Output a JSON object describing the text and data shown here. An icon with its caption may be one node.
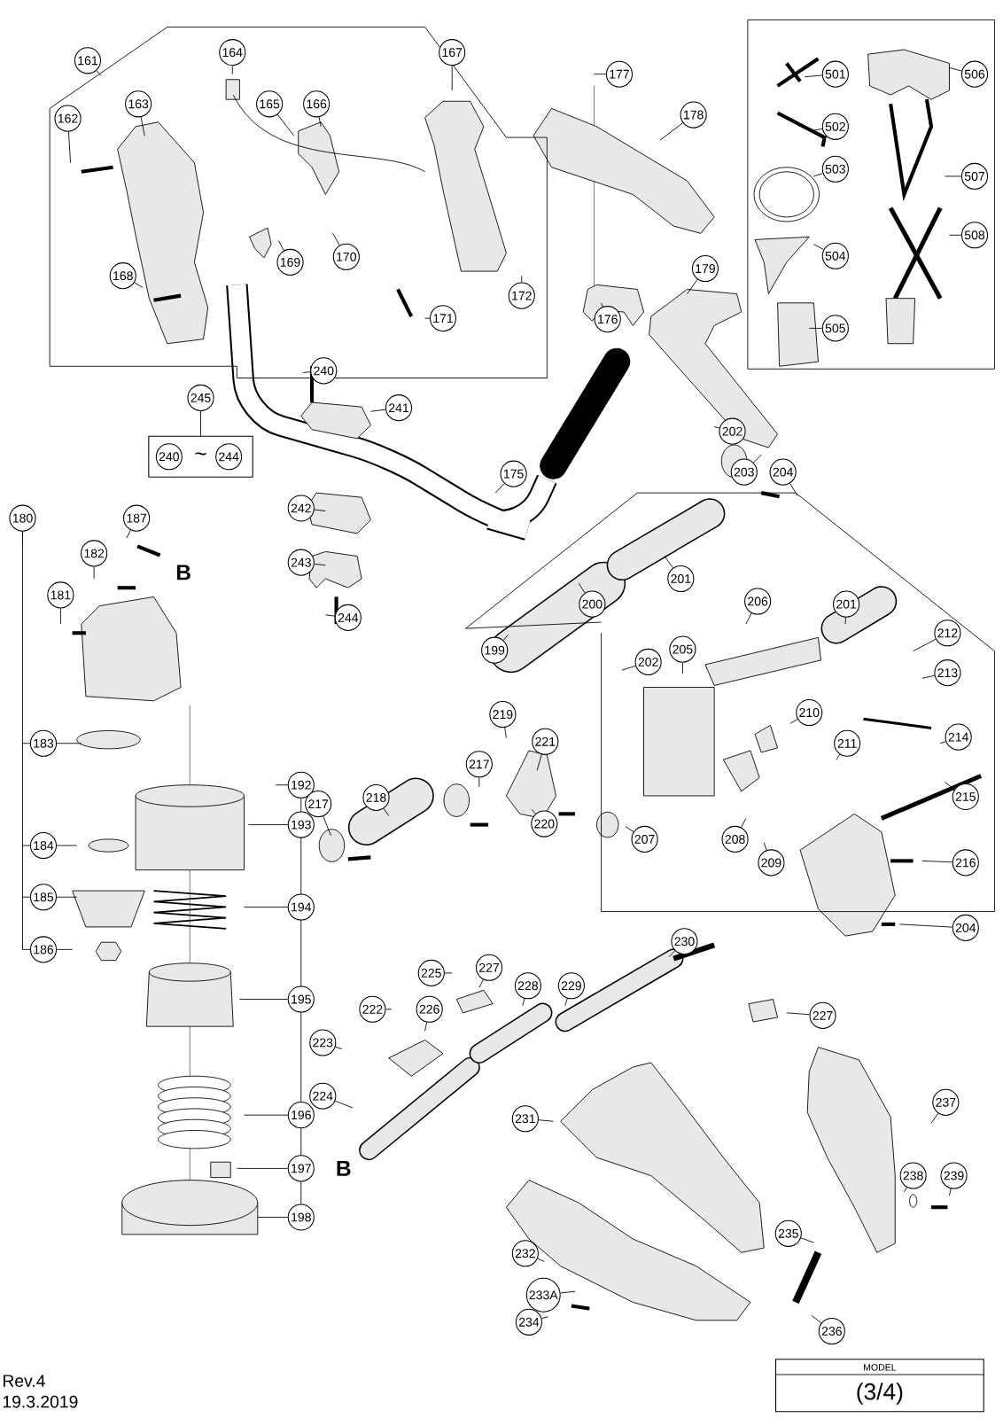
{
  "diagram": {
    "nodes": [
      {
        "text": [
          "161"
        ]
      },
      {
        "text": [
          "164"
        ]
      },
      {
        "text": [
          "501"
        ]
      },
      {
        "text": [
          "506"
        ]
      },
      {
        "text": [
          "177"
        ]
      },
      {
        "text": [
          "167"
        ]
      },
      {
        "text": [
          "165"
        ]
      },
      {
        "text": [
          "166"
        ]
      },
      {
        "text": [
          "163"
        ]
      },
      {
        "text": [
          "178"
        ]
      },
      {
        "text": [
          "162"
        ]
      },
      {
        "text": [
          "502"
        ]
      },
      {
        "text": [
          "503"
        ]
      },
      {
        "text": [
          "507"
        ]
      },
      {
        "text": [
          "508"
        ]
      },
      {
        "text": [
          "504"
        ]
      },
      {
        "text": [
          "170"
        ]
      },
      {
        "text": [
          "169"
        ]
      },
      {
        "text": [
          "179"
        ]
      },
      {
        "text": [
          "168"
        ]
      },
      {
        "text": [
          "172"
        ]
      },
      {
        "text": [
          "171"
        ]
      },
      {
        "text": [
          "176"
        ]
      },
      {
        "text": [
          "505"
        ]
      },
      {
        "text": [
          "240"
        ]
      },
      {
        "text": [
          "245"
        ]
      },
      {
        "text": [
          "~"
        ]
      },
      {
        "text": [
          "240"
        ],
        "in": 26
      },
      {
        "text": [
          "244"
        ],
        "in": 26
      },
      {
        "text": [
          "241"
        ]
      },
      {
        "text": [
          "202"
        ]
      },
      {
        "text": [
          "203"
        ]
      },
      {
        "text": [
          "204"
        ]
      },
      {
        "text": [
          "175"
        ]
      },
      {
        "text": [
          "242"
        ]
      },
      {
        "text": [
          "180"
        ]
      },
      {
        "text": [
          "187"
        ]
      },
      {
        "text": [
          "182"
        ]
      },
      {
        "text": [
          "243"
        ]
      },
      {
        "text": [
          "201"
        ]
      },
      {
        "text": [
          "181"
        ]
      },
      {
        "text": [
          "200"
        ]
      },
      {
        "text": [
          "206"
        ]
      },
      {
        "text": [
          "201"
        ]
      },
      {
        "text": [
          "212"
        ]
      },
      {
        "text": [
          "244"
        ]
      },
      {
        "text": [
          "205"
        ]
      },
      {
        "text": [
          "199"
        ]
      },
      {
        "text": [
          "202"
        ]
      },
      {
        "text": [
          "213"
        ]
      },
      {
        "text": [
          "219"
        ]
      },
      {
        "text": [
          "210"
        ]
      },
      {
        "text": [
          "214"
        ]
      },
      {
        "text": [
          "221"
        ]
      },
      {
        "text": [
          "211"
        ]
      },
      {
        "text": [
          "183"
        ]
      },
      {
        "text": [
          "217"
        ]
      },
      {
        "text": [
          "192"
        ]
      },
      {
        "text": [
          "215"
        ]
      },
      {
        "text": [
          "218"
        ]
      },
      {
        "text": [
          "217"
        ]
      },
      {
        "text": [
          "220"
        ]
      },
      {
        "text": [
          "193"
        ]
      },
      {
        "text": [
          "207"
        ]
      },
      {
        "text": [
          "208"
        ]
      },
      {
        "text": [
          "184"
        ]
      },
      {
        "text": [
          "209"
        ]
      },
      {
        "text": [
          "216"
        ]
      },
      {
        "text": [
          "185"
        ]
      },
      {
        "text": [
          "194"
        ]
      },
      {
        "text": [
          "204"
        ]
      },
      {
        "text": [
          "230"
        ]
      },
      {
        "text": [
          "186"
        ]
      },
      {
        "text": [
          "225"
        ]
      },
      {
        "text": [
          "227"
        ]
      },
      {
        "text": [
          "228"
        ]
      },
      {
        "text": [
          "229"
        ]
      },
      {
        "text": [
          "222"
        ]
      },
      {
        "text": [
          "226"
        ]
      },
      {
        "text": [
          "195"
        ]
      },
      {
        "text": [
          "227"
        ]
      },
      {
        "text": [
          "223"
        ]
      },
      {
        "text": [
          "224"
        ]
      },
      {
        "text": [
          "237"
        ]
      },
      {
        "text": [
          "196"
        ]
      },
      {
        "text": [
          "231"
        ]
      },
      {
        "text": [
          "197"
        ]
      },
      {
        "text": [
          "238"
        ]
      },
      {
        "text": [
          "239"
        ]
      },
      {
        "text": [
          "198"
        ]
      },
      {
        "text": [
          "235"
        ]
      },
      {
        "text": [
          "232"
        ]
      },
      {
        "text": [
          "233A"
        ]
      },
      {
        "text": [
          "234"
        ]
      },
      {
        "text": [
          "236"
        ]
      },
      {
        "text": [
          "MODEL",
          "(3/4)"
        ]
      }
    ],
    "edges": [
      {
        "from": 0,
        "to": null,
        "arrow": "none"
      },
      {
        "from": 1,
        "to": null,
        "arrow": "none"
      },
      {
        "from": 2,
        "to": null,
        "arrow": "none"
      },
      {
        "from": 3,
        "to": null,
        "arrow": "none"
      },
      {
        "from": 4,
        "to": null,
        "arrow": "none"
      },
      {
        "from": 5,
        "to": null,
        "arrow": "none"
      },
      {
        "from": 6,
        "to": null,
        "arrow": "none"
      },
      {
        "from": 7,
        "to": null,
        "arrow": "none"
      },
      {
        "from": 8,
        "to": null,
        "arrow": "none"
      },
      {
        "from": 9,
        "to": null,
        "arrow": "none"
      },
      {
        "from": 10,
        "to": null,
        "arrow": "none"
      },
      {
        "from": 11,
        "to": null,
        "arrow": "none"
      },
      {
        "from": 12,
        "to": null,
        "arrow": "none"
      },
      {
        "from": 13,
        "to": null,
        "arrow": "none"
      },
      {
        "from": 14,
        "to": null,
        "arrow": "none"
      },
      {
        "from": 15,
        "to": null,
        "arrow": "none"
      },
      {
        "from": 16,
        "to": null,
        "arrow": "none"
      },
      {
        "from": 17,
        "to": null,
        "arrow": "none"
      },
      {
        "from": 18,
        "to": null,
        "arrow": "none"
      },
      {
        "from": 19,
        "to": null,
        "arrow": "none"
      },
      {
        "from": 20,
        "to": null,
        "arrow": "none"
      },
      {
        "from": 21,
        "to": null,
        "arrow": "none"
      },
      {
        "from": 22,
        "to": null,
        "arrow": "none"
      },
      {
        "from": 23,
        "to": null,
        "arrow": "none"
      },
      {
        "from": 24,
        "to": null,
        "arrow": "none"
      },
      {
        "from": 25,
        "to": 26,
        "arrow": "none"
      },
      {
        "from": 29,
        "to": null,
        "arrow": "none"
      },
      {
        "from": 30,
        "to": null,
        "arrow": "none"
      },
      {
        "from": 31,
        "to": null,
        "arrow": "none"
      },
      {
        "from": 32,
        "to": null,
        "arrow": "none"
      },
      {
        "from": 33,
        "to": null,
        "arrow": "none"
      },
      {
        "from": 34,
        "to": null,
        "arrow": "none"
      },
      {
        "from": 35,
        "to": null,
        "arrow": "none"
      },
      {
        "from": 36,
        "to": null,
        "arrow": "none"
      },
      {
        "from": 37,
        "to": null,
        "arrow": "none"
      },
      {
        "from": 38,
        "to": null,
        "arrow": "none"
      },
      {
        "from": 39,
        "to": null,
        "arrow": "none"
      },
      {
        "from": 40,
        "to": null,
        "arrow": "none"
      },
      {
        "from": 41,
        "to": null,
        "arrow": "none"
      },
      {
        "from": 42,
        "to": null,
        "arrow": "none"
      },
      {
        "from": 43,
        "to": null,
        "arrow": "none"
      },
      {
        "from": 44,
        "to": null,
        "arrow": "none"
      },
      {
        "from": 45,
        "to": null,
        "arrow": "none"
      },
      {
        "from": 46,
        "to": null,
        "arrow": "none"
      },
      {
        "from": 47,
        "to": null,
        "arrow": "none"
      },
      {
        "from": 48,
        "to": null,
        "arrow": "none"
      },
      {
        "from": 49,
        "to": null,
        "arrow": "none"
      },
      {
        "from": 50,
        "to": null,
        "arrow": "none"
      },
      {
        "from": 51,
        "to": null,
        "arrow": "none"
      },
      {
        "from": 52,
        "to": null,
        "arrow": "none"
      },
      {
        "from": 53,
        "to": null,
        "arrow": "none"
      },
      {
        "from": 54,
        "to": null,
        "arrow": "none"
      },
      {
        "from": 55,
        "to": null,
        "arrow": "none"
      },
      {
        "from": 56,
        "to": null,
        "arrow": "none"
      },
      {
        "from": 57,
        "to": null,
        "arrow": "none"
      },
      {
        "from": 58,
        "to": null,
        "arrow": "none"
      },
      {
        "from": 59,
        "to": null,
        "arrow": "none"
      },
      {
        "from": 60,
        "to": null,
        "arrow": "none"
      },
      {
        "from": 61,
        "to": null,
        "arrow": "none"
      },
      {
        "from": 62,
        "to": null,
        "arrow": "none"
      },
      {
        "from": 63,
        "to": null,
        "arrow": "none"
      },
      {
        "from": 64,
        "to": null,
        "arrow": "none"
      },
      {
        "from": 65,
        "to": null,
        "arrow": "none"
      },
      {
        "from": 66,
        "to": null,
        "arrow": "none"
      },
      {
        "from": 67,
        "to": null,
        "arrow": "none"
      },
      {
        "from": 68,
        "to": null,
        "arrow": "none"
      },
      {
        "from": 69,
        "to": null,
        "arrow": "none"
      },
      {
        "from": 70,
        "to": null,
        "arrow": "none"
      },
      {
        "from": 71,
        "to": null,
        "arrow": "none"
      },
      {
        "from": 72,
        "to": null,
        "arrow": "none"
      },
      {
        "from": 73,
        "to": null,
        "arrow": "none"
      },
      {
        "from": 74,
        "to": null,
        "arrow": "none"
      },
      {
        "from": 75,
        "to": null,
        "arrow": "none"
      },
      {
        "from": 76,
        "to": null,
        "arrow": "none"
      },
      {
        "from": 77,
        "to": null,
        "arrow": "none"
      },
      {
        "from": 78,
        "to": null,
        "arrow": "none"
      },
      {
        "from": 79,
        "to": null,
        "arrow": "none"
      },
      {
        "from": 80,
        "to": null,
        "arrow": "none"
      },
      {
        "from": 81,
        "to": null,
        "arrow": "none"
      },
      {
        "from": 82,
        "to": null,
        "arrow": "none"
      },
      {
        "from": 83,
        "to": null,
        "arrow": "none"
      },
      {
        "from": 84,
        "to": null,
        "arrow": "none"
      },
      {
        "from": 85,
        "to": null,
        "arrow": "none"
      },
      {
        "from": 86,
        "to": null,
        "arrow": "none"
      },
      {
        "from": 87,
        "to": null,
        "arrow": "none"
      },
      {
        "from": 88,
        "to": null,
        "arrow": "none"
      },
      {
        "from": 89,
        "to": null,
        "arrow": "none"
      },
      {
        "from": 90,
        "to": null,
        "arrow": "none"
      },
      {
        "from": 91,
        "to": null,
        "arrow": "none"
      },
      {
        "from": 92,
        "to": null,
        "arrow": "none"
      },
      {
        "from": 93,
        "to": null,
        "arrow": "none"
      },
      {
        "from": 94,
        "to": null,
        "arrow": "none"
      }
    ],
    "labels": [
      "B",
      "B",
      "Rev.4",
      "19.3.2019"
    ]
  }
}
